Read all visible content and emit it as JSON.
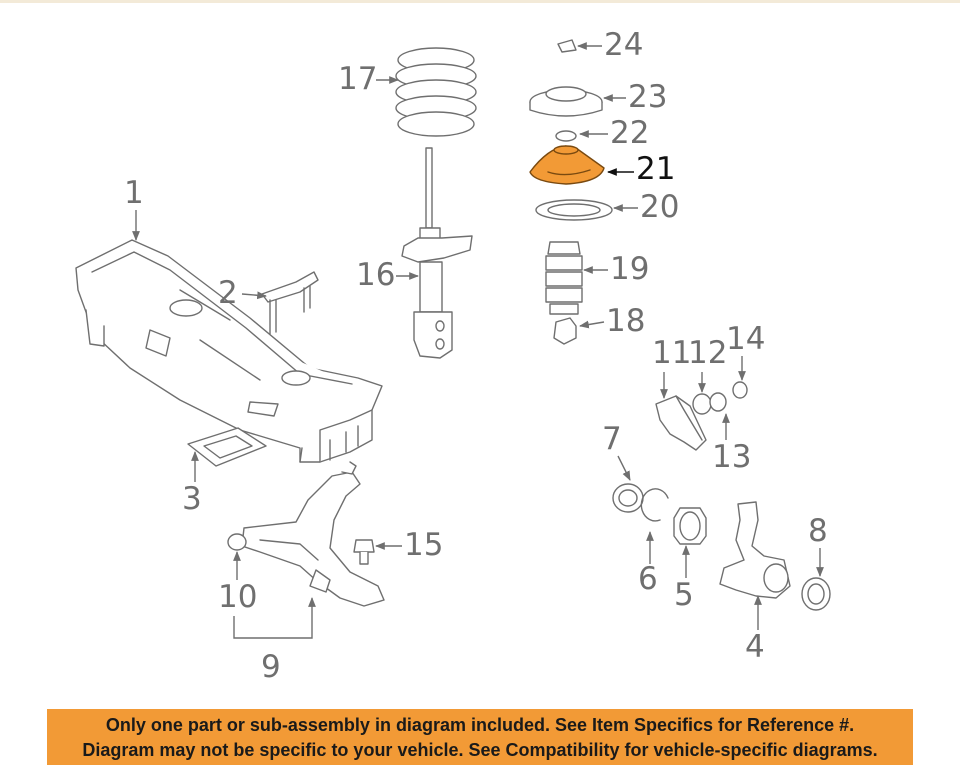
{
  "diagram": {
    "highlight_part": "21",
    "highlight_color": "#f29a36",
    "line_color": "#6f6f6f",
    "parts": [
      {
        "id": "crossmember",
        "label": "1"
      },
      {
        "id": "bracket",
        "label": "2"
      },
      {
        "id": "plate",
        "label": "3"
      },
      {
        "id": "knuckle",
        "label": "4"
      },
      {
        "id": "bearing",
        "label": "5"
      },
      {
        "id": "snap-ring",
        "label": "6"
      },
      {
        "id": "inner-seal",
        "label": "7"
      },
      {
        "id": "outer-seal",
        "label": "8"
      },
      {
        "id": "lower-arm",
        "label": "9"
      },
      {
        "id": "arm-bushing",
        "label": "10"
      },
      {
        "id": "stabilizer-bushing",
        "label": "11"
      },
      {
        "id": "bushing-12",
        "label": "12"
      },
      {
        "id": "clamp",
        "label": "13"
      },
      {
        "id": "cap",
        "label": "14"
      },
      {
        "id": "ball-joint",
        "label": "15"
      },
      {
        "id": "strut",
        "label": "16"
      },
      {
        "id": "coil-spring",
        "label": "17"
      },
      {
        "id": "bump-stop",
        "label": "18"
      },
      {
        "id": "dust-boot",
        "label": "19"
      },
      {
        "id": "spring-seat",
        "label": "20"
      },
      {
        "id": "upper-mount-seat",
        "label": "21"
      },
      {
        "id": "washer",
        "label": "22"
      },
      {
        "id": "strut-mount",
        "label": "23"
      },
      {
        "id": "nut-cap",
        "label": "24"
      }
    ]
  },
  "notice": {
    "line1": "Only one part or sub-assembly in diagram included. See Item Specifics for Reference #.",
    "line2": "Diagram may not be specific to your vehicle. See Compatibility for vehicle-specific diagrams.",
    "background": "#f29a36"
  }
}
